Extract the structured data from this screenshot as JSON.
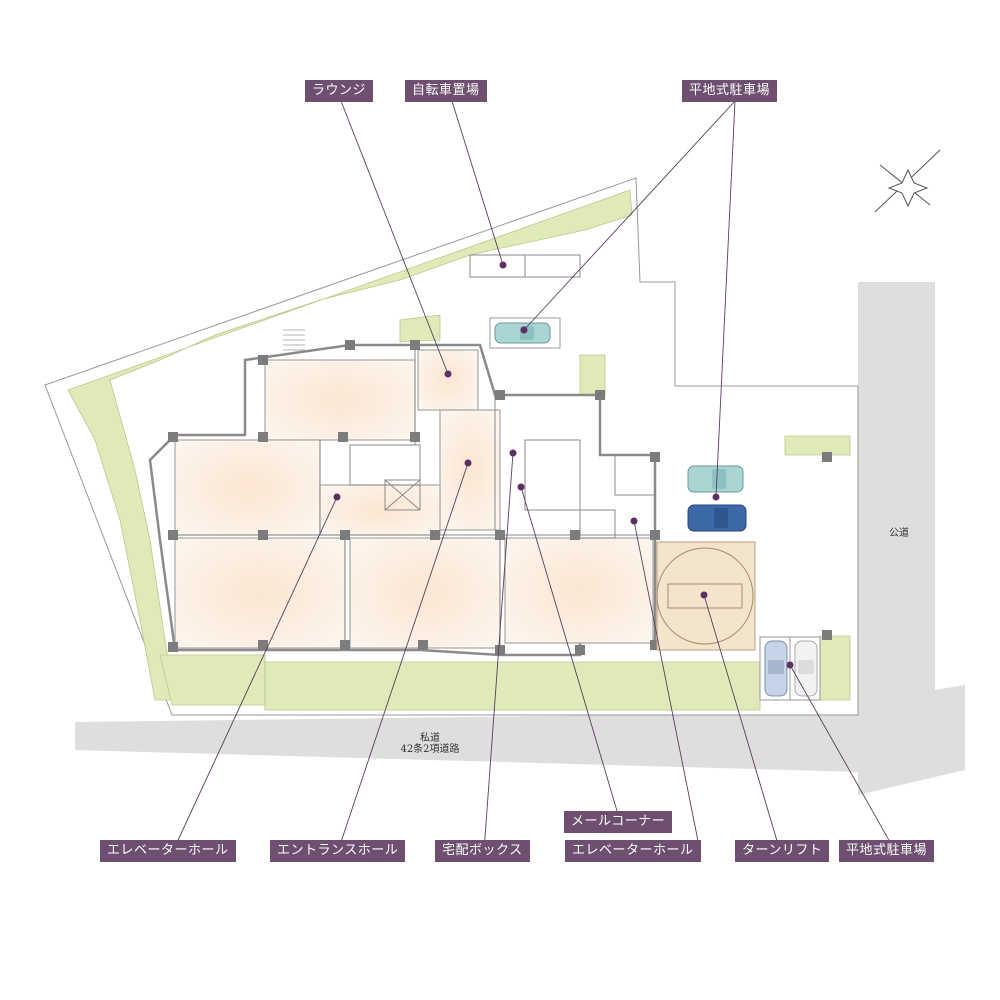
{
  "labels": {
    "lounge": "ラウンジ",
    "bicycle_parking": "自転車置場",
    "surface_parking_top": "平地式駐車場",
    "elevator_hall_left": "エレベーターホール",
    "entrance_hall": "エントランスホール",
    "delivery_box": "宅配ボックス",
    "mail_corner": "メールコーナー",
    "elevator_hall_right": "エレベーターホール",
    "turn_lift": "ターンリフト",
    "surface_parking_bottom": "平地式駐車場"
  },
  "roads": {
    "public_road": "公道",
    "private_road": "私道",
    "private_road_note": "42条2項道路"
  },
  "colors": {
    "label_bg": "#6e4f70",
    "leader_line": "#5a3f5c",
    "lawn": "#dfeab8",
    "interior": "#fbeee0",
    "wall": "#8a8a8a",
    "road": "#dedede"
  }
}
